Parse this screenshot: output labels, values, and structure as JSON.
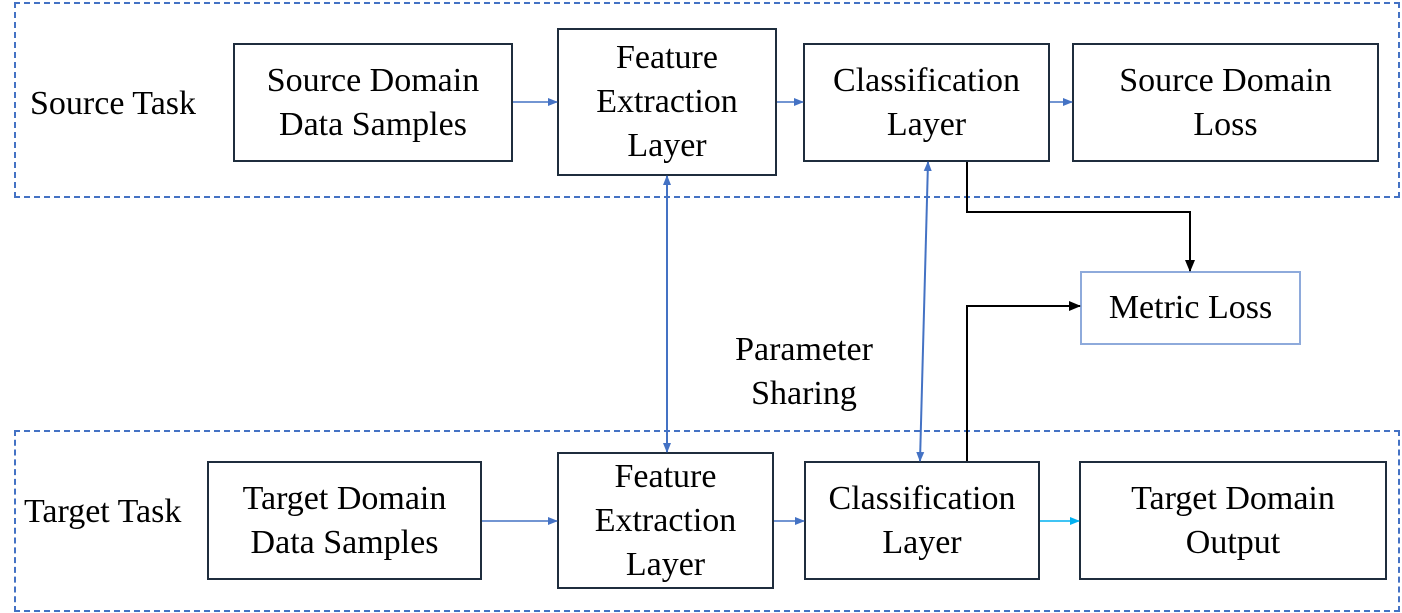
{
  "source_task": {
    "label": "Source Task",
    "boxes": [
      [
        "Source Domain",
        "Data Samples"
      ],
      [
        "Feature",
        "Extraction",
        "Layer"
      ],
      [
        "Classification",
        "Layer"
      ],
      [
        "Source Domain",
        "Loss"
      ]
    ]
  },
  "target_task": {
    "label": "Target Task",
    "boxes": [
      [
        "Target Domain",
        "Data Samples"
      ],
      [
        "Feature",
        "Extraction",
        "Layer"
      ],
      [
        "Classification",
        "Layer"
      ],
      [
        "Target Domain",
        "Output"
      ]
    ]
  },
  "metric_loss": "Metric Loss",
  "parameter_sharing": [
    "Parameter",
    "Sharing"
  ],
  "colors": {
    "region_border": "#4472c4",
    "box_border": "#1f2d3d",
    "metric_border": "#8eaadb",
    "arrow_blue": "#4472c4",
    "arrow_cyan": "#00b0f0",
    "arrow_black": "#000000"
  }
}
